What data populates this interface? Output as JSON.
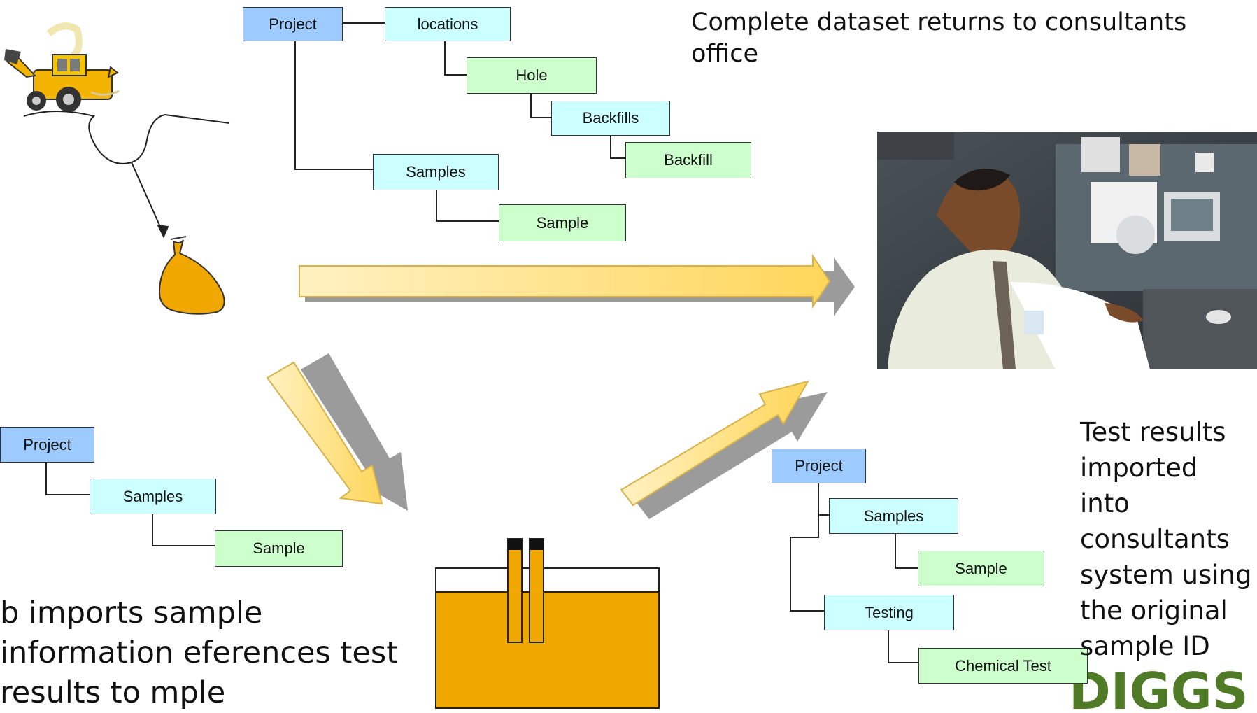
{
  "top_text": "Complete dataset returns to consultants office",
  "right_text": "Test results imported into consultants system using the original sample ID",
  "bottom_left_text": "b imports sample information eferences test results to mple",
  "logo_text": "DIGGS",
  "top_tree": {
    "project": "Project",
    "locations": "locations",
    "hole": "Hole",
    "backfills": "Backfills",
    "backfill": "Backfill",
    "samples": "Samples",
    "sample": "Sample"
  },
  "left_tree": {
    "project": "Project",
    "samples": "Samples",
    "sample": "Sample"
  },
  "right_tree": {
    "project": "Project",
    "samples": "Samples",
    "sample": "Sample",
    "testing": "Testing",
    "chemical_test": "Chemical Test"
  },
  "colors": {
    "project_box": "#9ecbff",
    "collection_box": "#ccffff",
    "item_box": "#ccffcc",
    "arrow_fill": "#ffe27a",
    "sample_bag": "#f0a800",
    "lab_liquid": "#f0a800"
  }
}
